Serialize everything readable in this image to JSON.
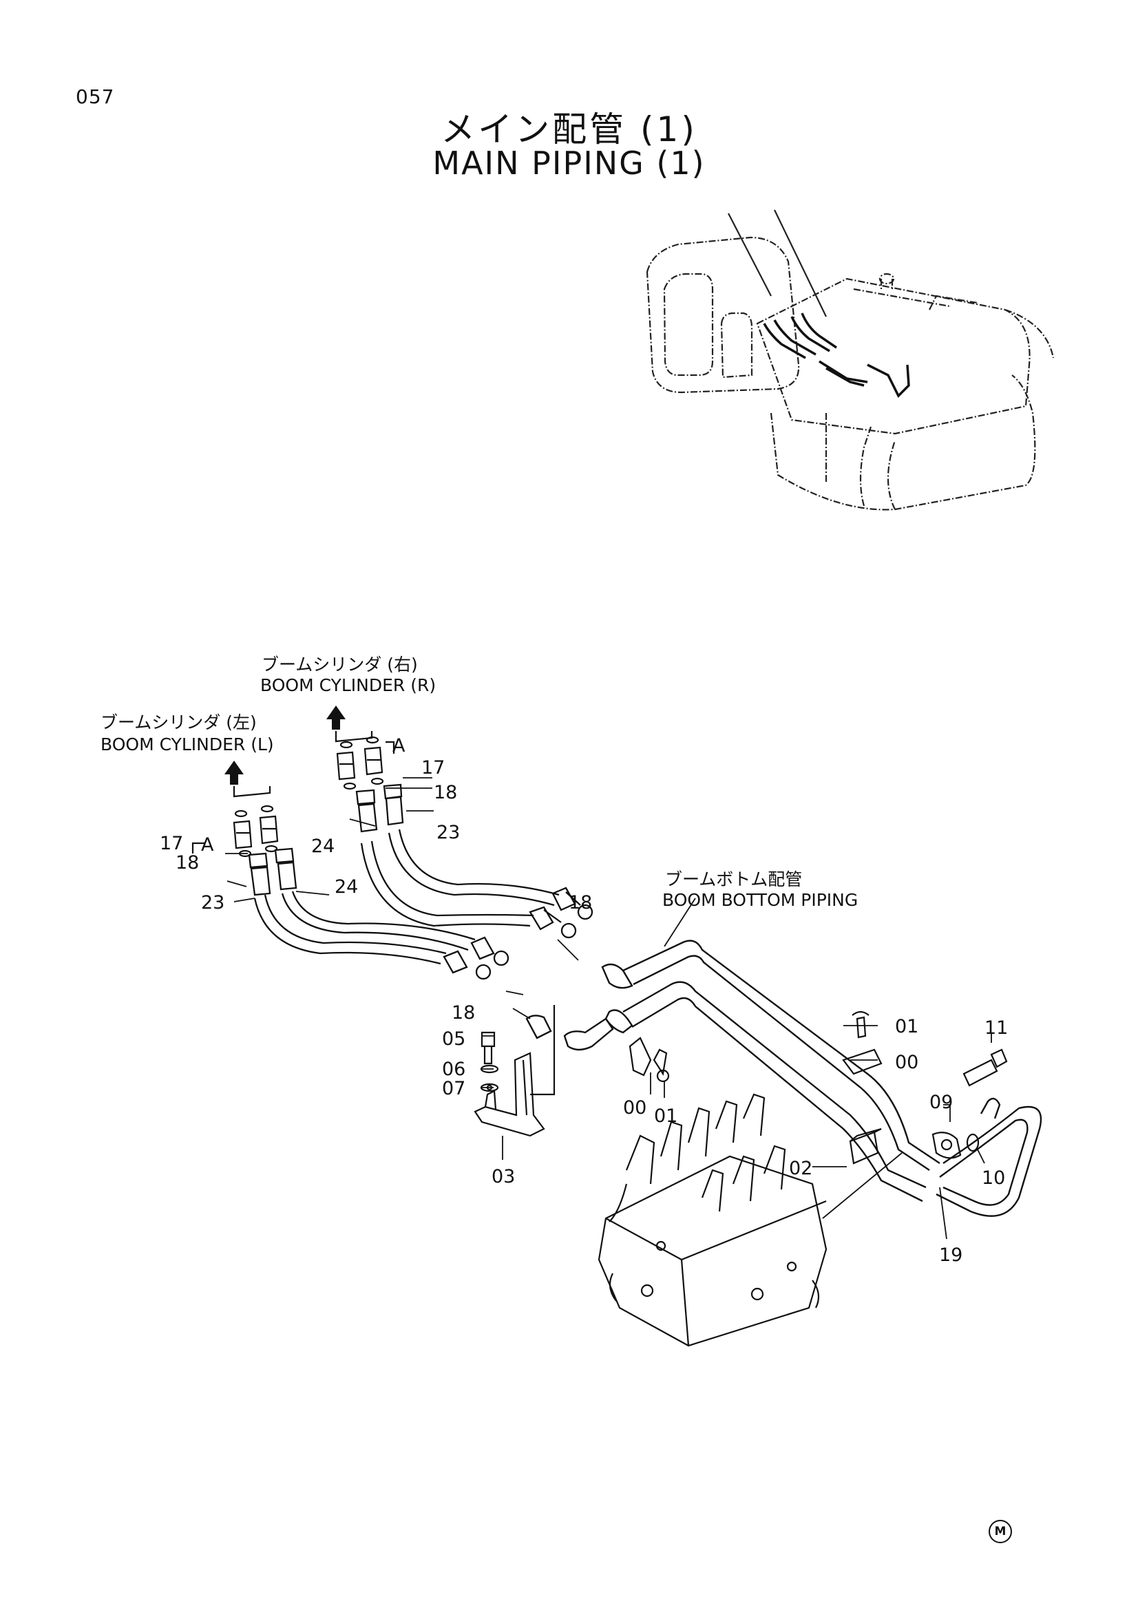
{
  "page_number": "057",
  "title_jp": "メイン配管 (1)",
  "title_en": "MAIN PIPING (1)",
  "callouts": {
    "boom_cyl_r_jp": "ブームシリンダ (右)",
    "boom_cyl_r_en": "BOOM CYLINDER (R)",
    "boom_cyl_l_jp": "ブームシリンダ (左)",
    "boom_cyl_l_en": "BOOM CYLINDER (L)",
    "boom_bottom_jp": "ブームボトム配管",
    "boom_bottom_en": "BOOM BOTTOM PIPING"
  },
  "detail_mark": "A",
  "part_labels": {
    "p17a": "17",
    "p17b": "17",
    "p18a": "18",
    "p18b": "18",
    "p18c": "18",
    "p18d": "18",
    "p23a": "23",
    "p23b": "23",
    "p24a": "24",
    "p24b": "24",
    "p01a": "01",
    "p01b": "01",
    "p00a": "00",
    "p00b": "00",
    "p02": "02",
    "p03": "03",
    "p05": "05",
    "p06": "06",
    "p07": "07",
    "p09": "09",
    "p10": "10",
    "p11": "11",
    "p19": "19"
  },
  "corner_mark": "M"
}
